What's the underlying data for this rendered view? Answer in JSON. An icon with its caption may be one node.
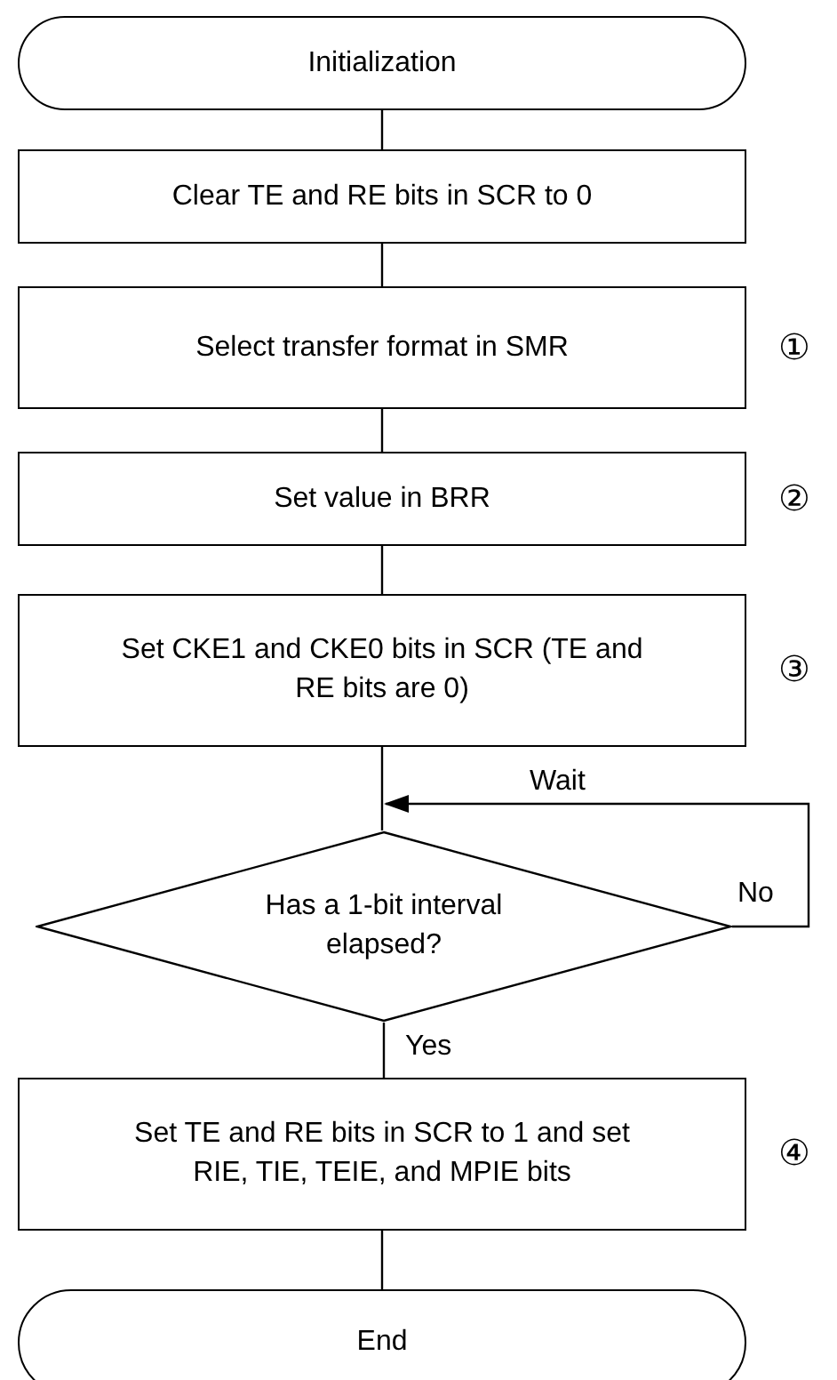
{
  "diagram": {
    "nodes": [
      {
        "text": [
          "Initialization"
        ]
      },
      {
        "text": [
          "Clear TE and RE bits in SCR to 0"
        ]
      },
      {
        "text": [
          "Select transfer format in SMR"
        ],
        "beside": [
          "①"
        ]
      },
      {
        "text": [
          "Set value in BRR"
        ],
        "beside": [
          "②"
        ]
      },
      {
        "text": [
          "Set CKE1 and CKE0 bits in SCR (TE and RE bits are 0)"
        ],
        "beside": [
          "③"
        ]
      },
      {
        "text": [
          "Has a 1-bit interval elapsed?"
        ]
      },
      {
        "text": [
          "Set TE and RE bits in SCR to 1 and set RIE, TIE, TEIE, and MPIE bits"
        ],
        "beside": [
          "④"
        ]
      },
      {
        "text": [
          "End"
        ]
      }
    ],
    "edges": [
      {
        "from": 0,
        "to": 1,
        "arrow": "none"
      },
      {
        "from": 1,
        "to": 2,
        "arrow": "none"
      },
      {
        "from": 2,
        "to": 3,
        "arrow": "none"
      },
      {
        "from": 3,
        "to": 4,
        "arrow": "none"
      },
      {
        "from": 4,
        "to": 5,
        "arrow": "none"
      },
      {
        "from": 5,
        "to": 5,
        "arrow": "to",
        "label": "No"
      },
      {
        "from": 5,
        "to": 6,
        "arrow": "none",
        "label": "Yes"
      },
      {
        "from": 6,
        "to": 7,
        "arrow": "none"
      }
    ],
    "labels": [
      "Wait"
    ]
  }
}
